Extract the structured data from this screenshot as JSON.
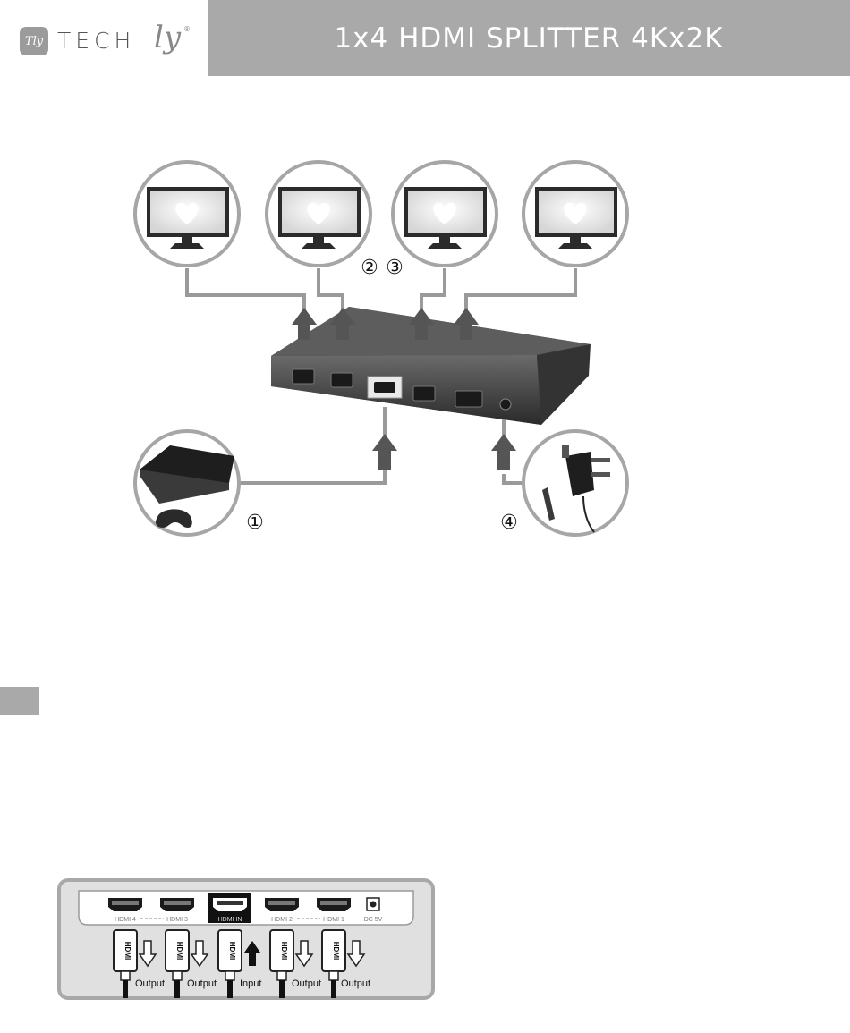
{
  "header": {
    "brand_badge": "Tly",
    "brand_name": "TECH",
    "brand_script": "ly",
    "brand_mark": "®",
    "title": "1x4 HDMI SPLITTER 4Kx2K"
  },
  "diagram": {
    "step_markers": {
      "source": "①",
      "outputs": "②",
      "outputs_b": "③",
      "power": "④"
    }
  },
  "panel": {
    "port_labels": [
      "HDMI 4",
      "HDMI 3",
      "HDMI IN",
      "HDMI 2",
      "HDMI 1"
    ],
    "dc_label": "DC 5V",
    "cable_brand": "HDMI",
    "captions": [
      "Output",
      "Output",
      "Input",
      "Output",
      "Output"
    ]
  }
}
